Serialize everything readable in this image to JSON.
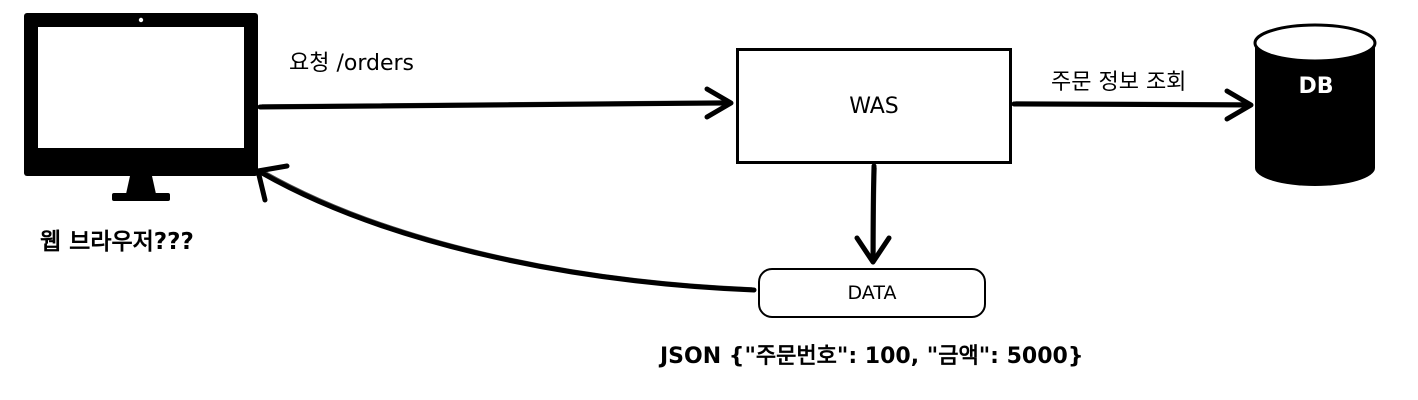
{
  "nodes": {
    "client_label": "웹 브라우저???",
    "server": "WAS",
    "database": "DB",
    "payload": "DATA"
  },
  "edges": {
    "request": "요청 /orders",
    "query": "주문 정보 조회"
  },
  "payload_example": "JSON {\"주문번호\": 100, \"금액\": 5000}",
  "colors": {
    "ink": "#000000",
    "background": "#ffffff",
    "db_text": "#ffffff"
  }
}
